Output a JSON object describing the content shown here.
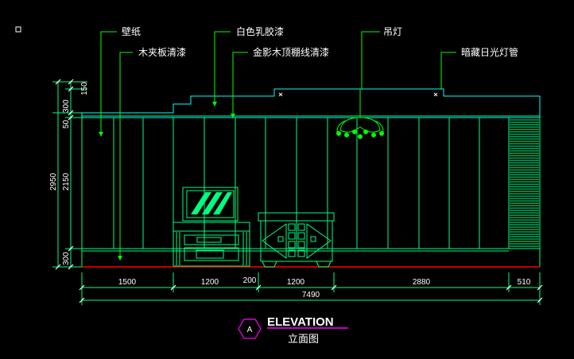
{
  "callouts": {
    "wallpaper": "壁纸",
    "white_latex_paint": "白色乳胶漆",
    "chandelier": "吊灯",
    "plywood_clear_lacquer": "木夹板清漆",
    "gold_shadow_ceiling_lines": "金影木顶棚线清漆",
    "concealed_fluorescent": "暗藏日光灯管"
  },
  "vertical_dims": {
    "d150": "150",
    "d300_top": "300",
    "d50": "50",
    "d2950": "2950",
    "d2150": "2150",
    "d300_bottom": "300"
  },
  "horizontal_dims": {
    "d1500": "1500",
    "d1200_a": "1200",
    "d200": "200",
    "d1200_b": "1200",
    "d2880": "2880",
    "d510": "510",
    "total": "7490"
  },
  "title_block": {
    "marker": "A",
    "title": "ELEVATION",
    "subtitle": "立面图"
  },
  "colors": {
    "line": "#00ff80",
    "leader": "#00ff00",
    "cyan": "#00ffff",
    "text": "#ffffff",
    "magenta": "#ff00ff",
    "floor": "#ff0000"
  }
}
